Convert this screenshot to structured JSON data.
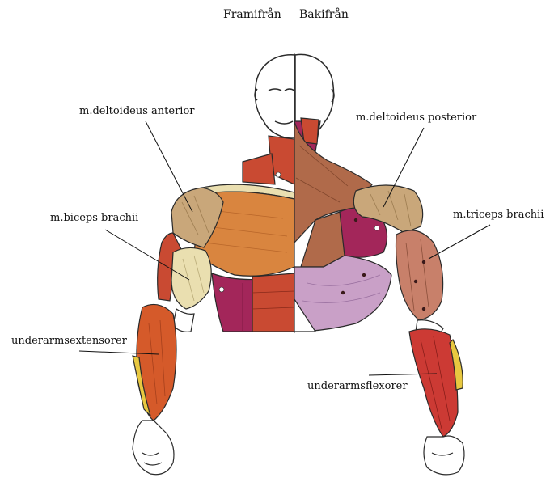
{
  "headers": {
    "front": "Framifrån",
    "back": "Bakifrån"
  },
  "labels": {
    "deltoid_anterior": "m.deltoideus anterior",
    "deltoid_posterior": "m.deltoideus posterior",
    "biceps": "m.biceps brachii",
    "triceps": "m.triceps brachii",
    "forearm_extensors": "underarmsextensorer",
    "forearm_flexors": "underarmsflexorer"
  },
  "colors": {
    "background": "#ffffff",
    "outline": "#2a2a2a",
    "skin": "#ffffff",
    "muscle_orange": "#d9853f",
    "muscle_red": "#c94a32",
    "muscle_tan": "#c9a77a",
    "muscle_pale": "#eadfb0",
    "muscle_magenta": "#a3265a",
    "muscle_lilac": "#c9a0c7",
    "muscle_brown": "#b06a4a",
    "tendon_yellow": "#e8c840",
    "leader_line": "#111111"
  }
}
